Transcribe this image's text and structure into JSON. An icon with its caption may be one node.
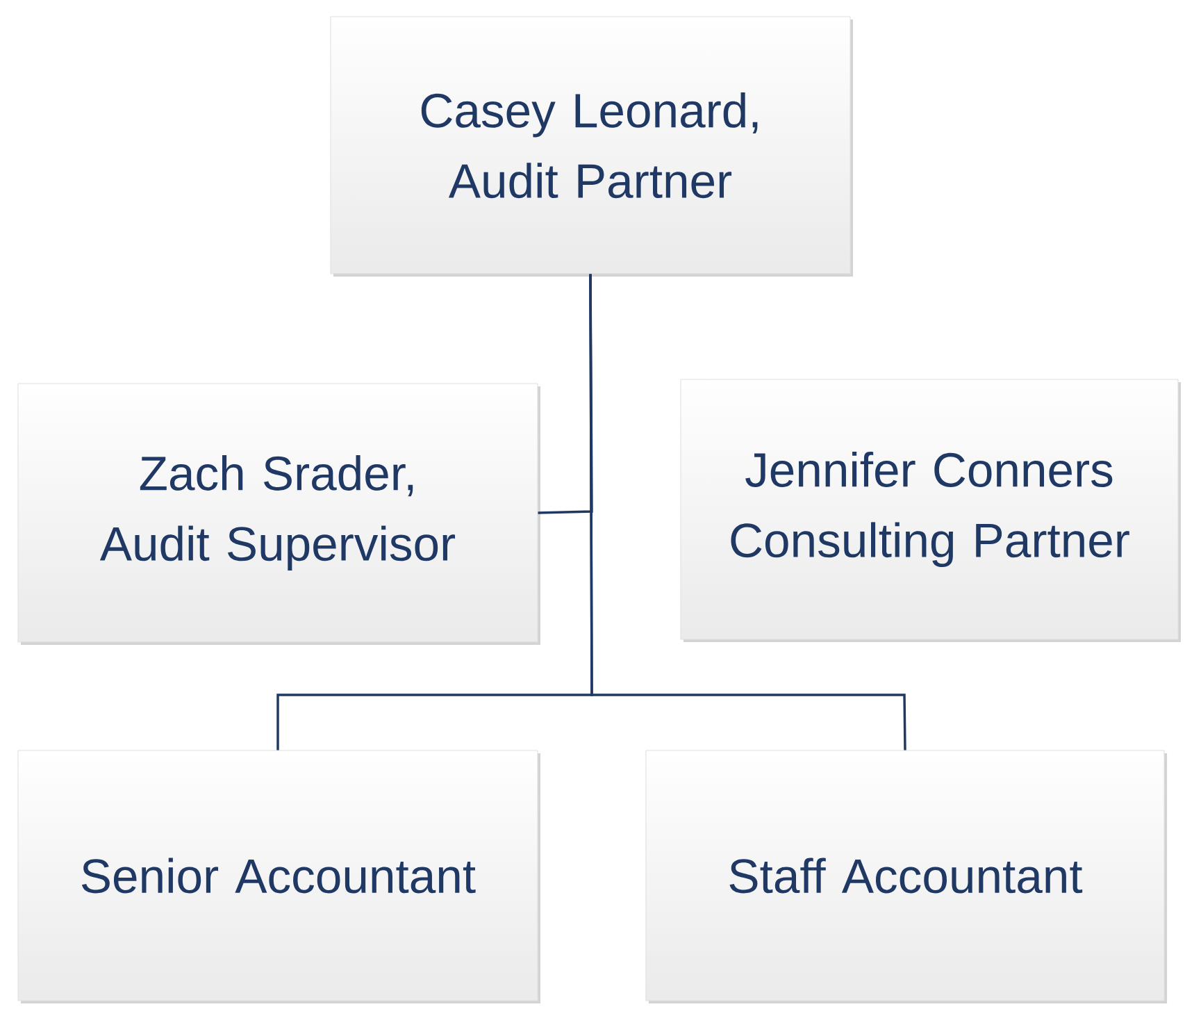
{
  "diagram": {
    "nodes": [
      {
        "text": [
          "Casey Leonard, Audit Partner"
        ]
      },
      {
        "text": [
          "Zach Srader, Audit Supervisor"
        ]
      },
      {
        "text": [
          "Jennifer Conners Consulting Partner"
        ]
      },
      {
        "text": [
          "Senior Accountant"
        ]
      },
      {
        "text": [
          "Staff Accountant"
        ]
      }
    ],
    "edges": [
      {
        "from": 0,
        "to": 1,
        "arrow": "none"
      },
      {
        "from": 0,
        "to": 3,
        "arrow": "none"
      },
      {
        "from": 0,
        "to": 4,
        "arrow": "none"
      }
    ]
  }
}
